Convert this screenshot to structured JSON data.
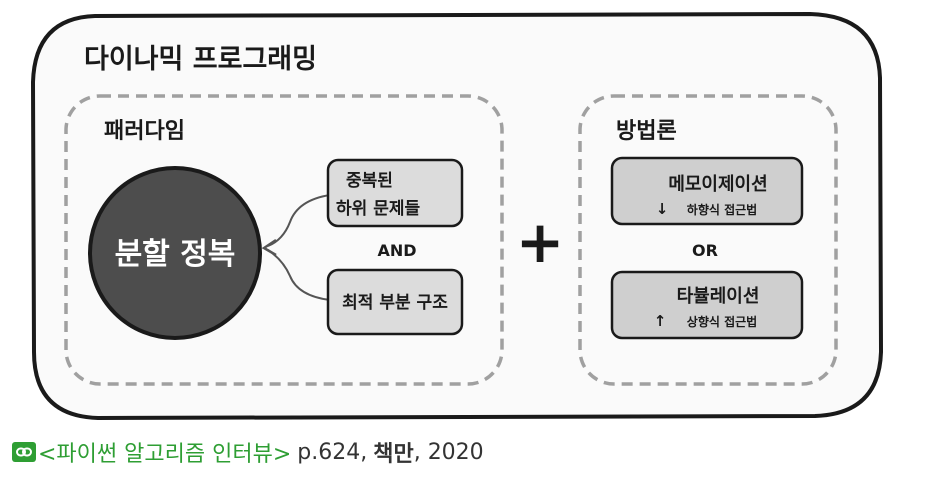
{
  "diagram": {
    "title": "다이나믹 프로그래밍",
    "paradigm": {
      "heading": "패러다임",
      "core": "분할 정복",
      "property1": [
        "중복된",
        "하위 문제들"
      ],
      "connector": "AND",
      "property2": "최적 부분 구조"
    },
    "plus": "+",
    "methodology": {
      "heading": "방법론",
      "method1": {
        "name": "메모이제이션",
        "arrow": "↓",
        "desc": "하향식 접근법"
      },
      "connector": "OR",
      "method2": {
        "name": "타뷸레이션",
        "arrow": "↑",
        "desc": "상향식 접근법"
      }
    }
  },
  "caption": {
    "book_title": "<파이썬 알고리즘 인터뷰>",
    "page": "p.624,",
    "publisher": "책만",
    "year": ", 2020"
  },
  "colors": {
    "accent_green": "#2e9e33",
    "circle_fill": "#4d4d4d",
    "box_fill": "#dcdcdc",
    "method_fill": "#cfcfcf",
    "dash": "#a0a0a0"
  }
}
